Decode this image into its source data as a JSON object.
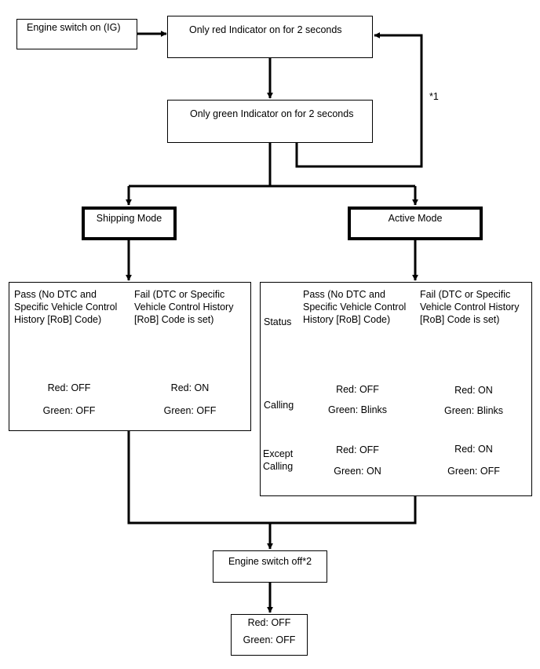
{
  "flow": {
    "start": "Engine switch on (IG)",
    "red_only": "Only red Indicator on for 2 seconds",
    "green_only": "Only green Indicator on for 2 seconds",
    "loop_note": "*1",
    "shipping_mode": "Shipping Mode",
    "active_mode": "Active Mode",
    "engine_off": "Engine switch off*2",
    "final_red": "Red: OFF",
    "final_green": "Green: OFF"
  },
  "shipping_table": {
    "pass_header": "Pass (No DTC and Specific Vehicle Control History [RoB] Code)",
    "fail_header": "Fail (DTC or Specific Vehicle Control History [RoB] Code is set)",
    "pass_red": "Red: OFF",
    "pass_green": "Green: OFF",
    "fail_red": "Red: ON",
    "fail_green": "Green: OFF"
  },
  "active_table": {
    "status_header": "Status",
    "pass_header": "Pass (No DTC and Specific Vehicle Control History [RoB] Code)",
    "fail_header": "Fail (DTC or Specific Vehicle Control History [RoB] Code is set)",
    "rows": [
      {
        "status": "Calling",
        "pass_red": "Red: OFF",
        "pass_green": "Green: Blinks",
        "fail_red": "Red: ON",
        "fail_green": "Green: Blinks"
      },
      {
        "status": "Except Calling",
        "pass_red": "Red: OFF",
        "pass_green": "Green: ON",
        "fail_red": "Red: ON",
        "fail_green": "Green: OFF"
      }
    ]
  }
}
